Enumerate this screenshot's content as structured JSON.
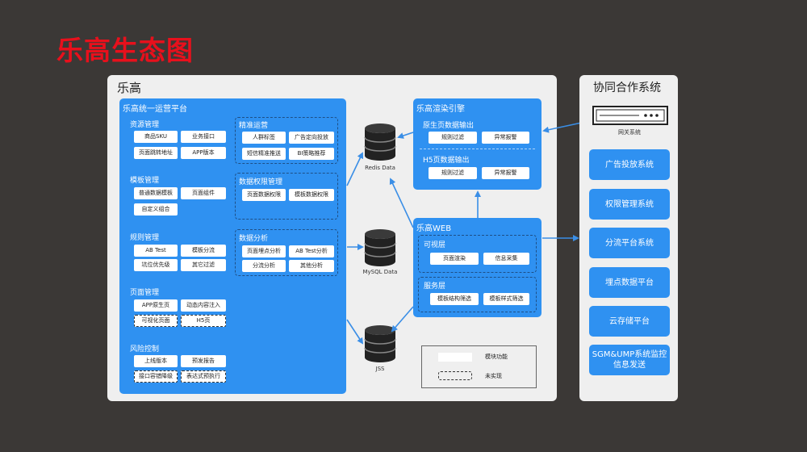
{
  "title": "乐高生态图",
  "lego": {
    "title": "乐高",
    "ops_platform": {
      "title": "乐高统一运营平台",
      "resource": {
        "title": "资源管理",
        "items": [
          "商品SKU",
          "业务接口",
          "页面跳转地址",
          "APP版本"
        ]
      },
      "template": {
        "title": "模板管理",
        "items": [
          "普通数据模板",
          "页面组件",
          "自定义组合"
        ]
      },
      "rules": {
        "title": "规则管理",
        "items": [
          "AB Test",
          "模板分流",
          "坑位优先级",
          "其它过滤"
        ]
      },
      "pages": {
        "title": "页面管理",
        "items": [
          "APP原生页",
          "动态内容注入",
          "可视化页面",
          "H5页"
        ]
      },
      "risk": {
        "title": "风险控制",
        "items": [
          "上线版本",
          "预发报告",
          "接口容错降级",
          "表达式预执行"
        ]
      },
      "precision": {
        "title": "精准运营",
        "items": [
          "人群标签",
          "广告定向投放",
          "短信精准推送",
          "BI策略推荐"
        ]
      },
      "data_perm": {
        "title": "数据权限管理",
        "items": [
          "页面数据权限",
          "模板数据权限"
        ]
      },
      "analysis": {
        "title": "数据分析",
        "items": [
          "页面埋点分析",
          "AB Test分析",
          "分流分析",
          "其他分析"
        ]
      }
    },
    "databases": {
      "redis": "Redis Data",
      "mysql": "MySQL Data",
      "jss": "JSS"
    },
    "render_engine": {
      "title": "乐高渲染引擎",
      "native": {
        "title": "原生页数据输出",
        "items": [
          "规则过滤",
          "异常报警"
        ]
      },
      "h5": {
        "title": "H5页数据输出",
        "items": [
          "规则过滤",
          "异常报警"
        ]
      }
    },
    "web": {
      "title": "乐高WEB",
      "visual": {
        "title": "可视层",
        "items": [
          "页面渲染",
          "信息采集"
        ]
      },
      "service": {
        "title": "服务层",
        "items": [
          "模板结构筛选",
          "模板样式筛选"
        ]
      }
    },
    "legend": {
      "module": "模块功能",
      "unimplemented": "未实现"
    }
  },
  "collab": {
    "title": "协同合作系统",
    "gateway": "网关系统",
    "systems": [
      "广告投放系统",
      "权限管理系统",
      "分流平台系统",
      "埋点数据平台",
      "云存储平台",
      "SGM&UMP系统监控信息发送"
    ]
  },
  "colors": {
    "title_red": "#e8101c",
    "module_blue": "#2f91f1",
    "background": "#3b3836",
    "panel": "#efefef",
    "arrow": "#3a8ee6"
  }
}
